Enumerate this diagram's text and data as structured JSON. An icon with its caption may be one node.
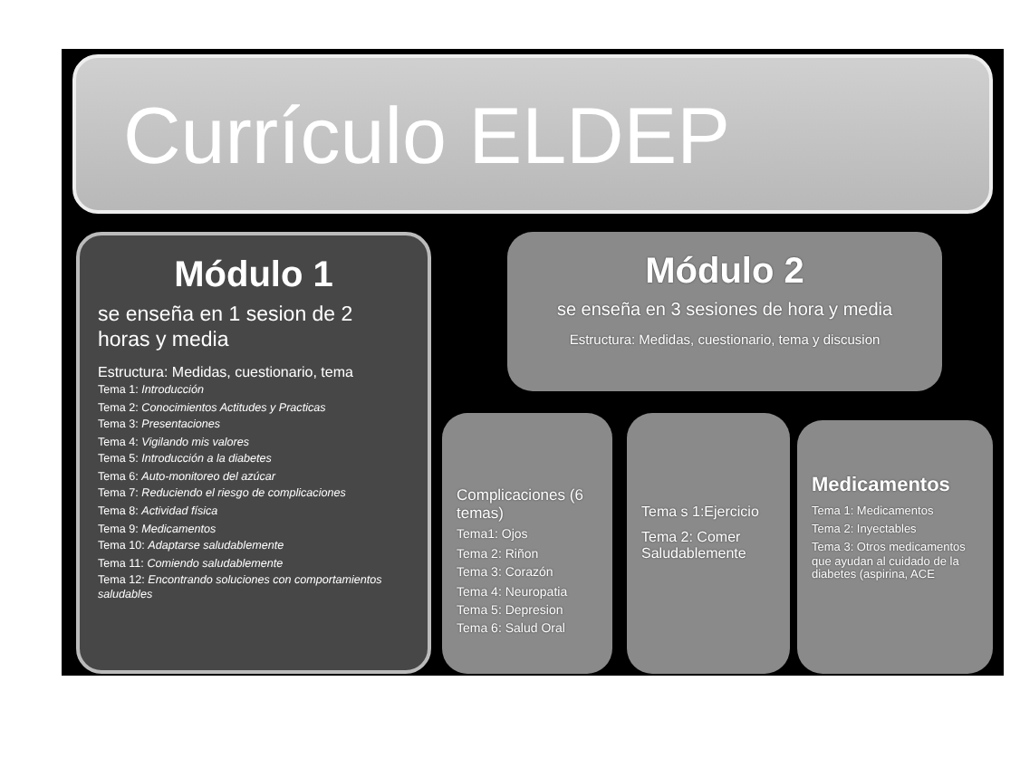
{
  "diagram": {
    "nodes": [
      {
        "text": [
          "Currículo ELDEP"
        ]
      },
      {
        "text": [
          "Módulo 1",
          "se enseña en 1 sesion de 2 horas y media",
          "Estructura: Medidas, cuestionario, tema",
          "Tema 1: *Introducción*",
          "Tema 2: *Conocimientos Actitudes y Practicas*",
          "Tema 3: *Presentaciones*",
          "Tema 4: *Vigilando mis valores*",
          "Tema 5: *Introducción a la diabetes*",
          "Tema 6: *Auto-monitoreo del azúcar*",
          "Tema 7: *Reduciendo el riesgo de complicaciones*",
          "Tema 8: *Actividad física*",
          "Tema 9: *Medicamentos*",
          "Tema 10: *Adaptarse saludablemente*",
          "Tema 11: *Comiendo saludablemente*",
          "Tema 12: *Encontrando soluciones con comportamientos saludables*"
        ]
      },
      {
        "text": [
          "Módulo 2",
          "se enseña en 3 sesiones de hora y media",
          "Estructura: Medidas, cuestionario, tema y discusion"
        ]
      },
      {
        "text": [
          "Complicaciones (6 temas)",
          "Tema1: Ojos",
          "Tema 2: Riñon",
          "Tema 3: Corazón",
          "Tema 4: Neuropatia",
          "Tema 5: Depresion",
          "Tema 6: Salud Oral"
        ]
      },
      {
        "text": [
          "Tema s 1:Ejercicio",
          "Tema 2: Comer Saludablemente"
        ]
      },
      {
        "text": [
          "Medicamentos",
          "Tema 1: Medicamentos",
          "Tema 2: Inyectables",
          "Tema 3: Otros medicamentos que ayudan al cuidado de la diabetes (aspirina, ACE"
        ]
      }
    ]
  }
}
